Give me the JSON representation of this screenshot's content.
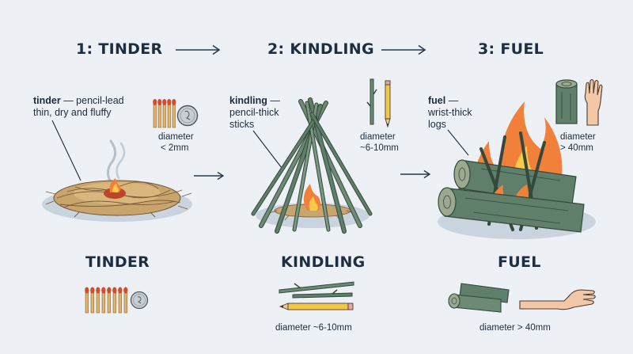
{
  "steps": [
    {
      "title": "1: TINDER",
      "label_bold": "tinder",
      "label_rest_1": " — pencil-lead",
      "label_rest_2": "thin, dry and fluffy",
      "diameter_1": "diameter",
      "diameter_2": "< 2mm",
      "bottom_title": "TINDER"
    },
    {
      "title": "2: KINDLING",
      "label_bold": "kindling",
      "label_rest_1": " —",
      "label_rest_2": "pencil-thick",
      "label_rest_3": "sticks",
      "diameter_1": "diameter",
      "diameter_2": "~6-10mm",
      "bottom_title": "KINDLING",
      "bottom_diameter": "diameter ~6-10mm"
    },
    {
      "title": "3: FUEL",
      "label_bold": "fuel",
      "label_rest_1": " —",
      "label_rest_2": "wrist-thick",
      "label_rest_3": "logs",
      "diameter_1": "diameter",
      "diameter_2": "> 40mm",
      "bottom_title": "FUEL",
      "bottom_diameter": "diameter > 40mm"
    }
  ],
  "icons": {
    "flow_arrow": "right-arrow-icon",
    "size_reference_tinder": [
      "matchstick-icon",
      "coin-icon"
    ],
    "size_reference_kindling": [
      "stick-icon",
      "pencil-icon"
    ],
    "size_reference_fuel": [
      "log-icon",
      "hand-icon"
    ]
  },
  "colors": {
    "background": "#edf1f5",
    "text": "#1d2b3c",
    "flame_outer": "#f0803a",
    "flame_inner": "#f9c94a",
    "wood_green": "#5f7f6a",
    "wood_dark": "#34493c",
    "tinder": "#c9a56e",
    "ground_shadow": "#c9d4de",
    "match_head": "#d94a2b"
  }
}
